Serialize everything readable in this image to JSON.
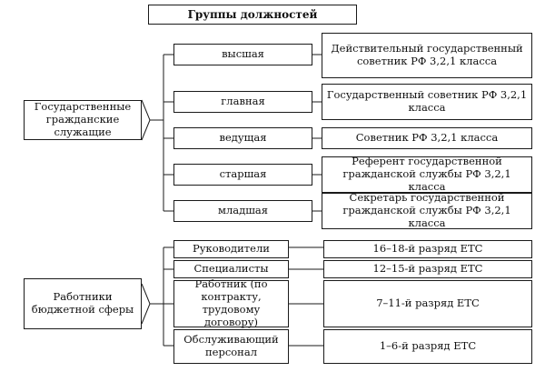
{
  "title": "Группы должностей",
  "civil": {
    "label": "Государственные гражданские служащие",
    "groups": [
      {
        "name": "высшая",
        "rank": "Действительный государственный советник РФ 3,2,1 класса"
      },
      {
        "name": "главная",
        "rank": "Государственный советник РФ 3,2,1 класса"
      },
      {
        "name": "ведущая",
        "rank": "Советник РФ 3,2,1 класса"
      },
      {
        "name": "старшая",
        "rank": "Референт государственной гражданской службы РФ 3,2,1 класса"
      },
      {
        "name": "младшая",
        "rank": "Секретарь государственной гражданской службы РФ 3,2,1 класса"
      }
    ]
  },
  "budget": {
    "label": "Работники бюджетной сферы",
    "groups": [
      {
        "name": "Руководители",
        "rank": "16–18-й разряд ЕТС"
      },
      {
        "name": "Специалисты",
        "rank": "12–15-й разряд ЕТС"
      },
      {
        "name": "Работник (по контракту, трудовому договору)",
        "rank": "7–11-й разряд ЕТС"
      },
      {
        "name": "Обслуживающий персонал",
        "rank": "1–6-й разряд ЕТС"
      }
    ]
  }
}
